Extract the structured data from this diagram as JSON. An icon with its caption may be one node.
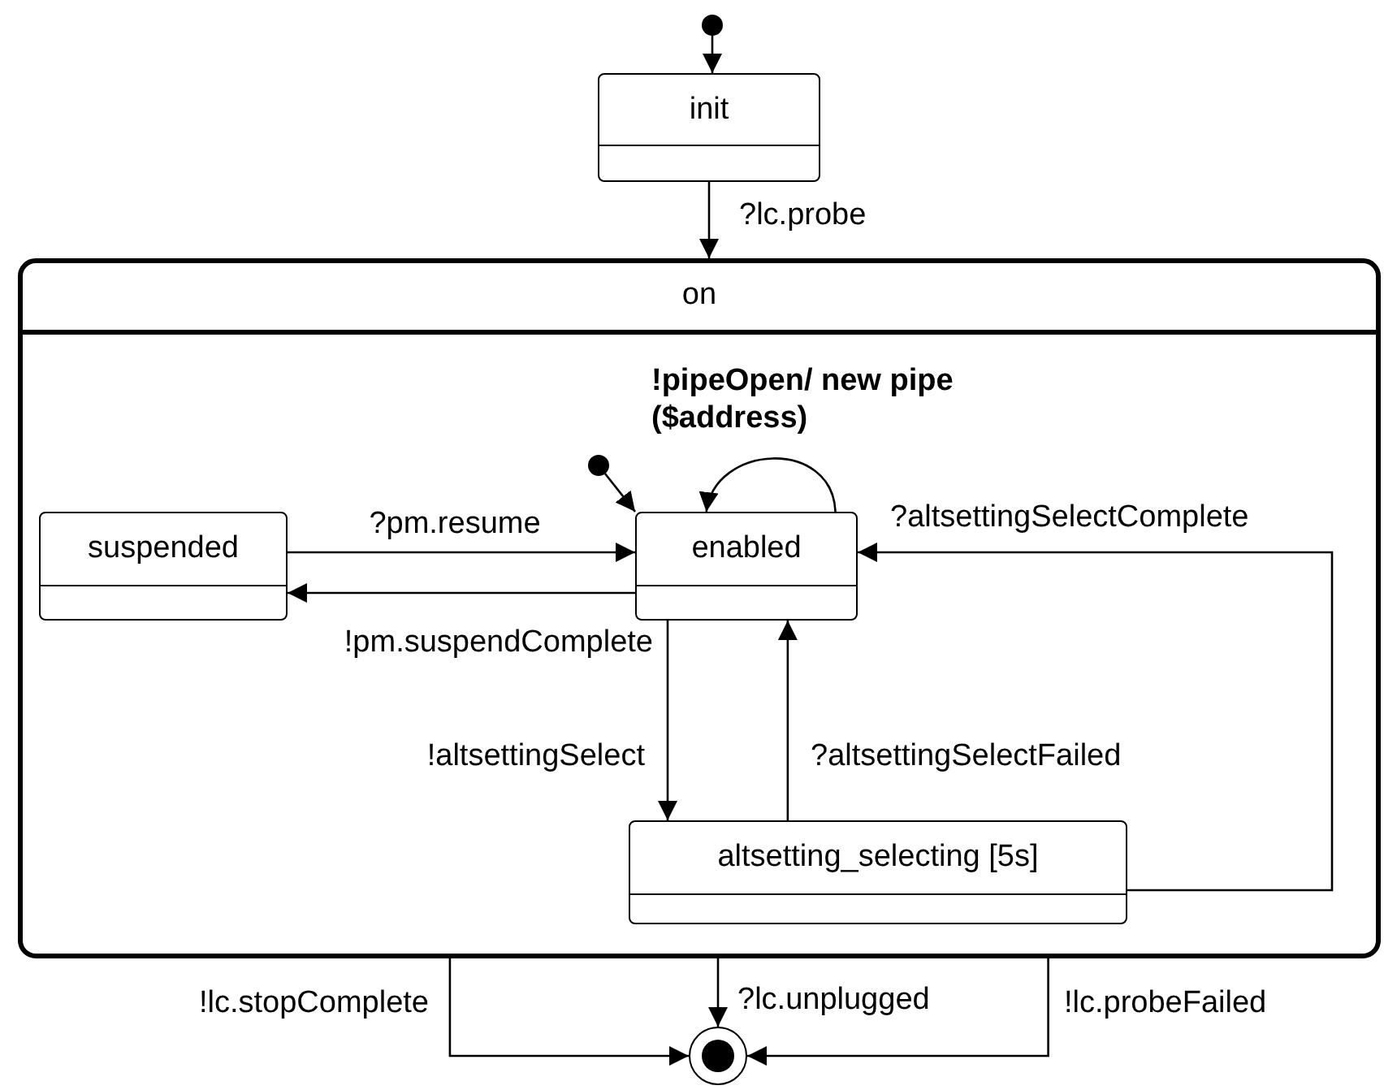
{
  "diagram": {
    "nodes": [
      {
        "text": [],
        "shape": "circle"
      },
      {
        "text": [
          "init"
        ]
      },
      {
        "text": [
          "on"
        ]
      },
      {
        "text": [],
        "shape": "circle",
        "in": 2
      },
      {
        "text": [
          "suspended"
        ],
        "in": 2
      },
      {
        "text": [
          "enabled"
        ],
        "in": 2
      },
      {
        "text": [
          "altsetting_selecting [5s]"
        ],
        "in": 2
      },
      {
        "text": [],
        "shape": "circle"
      }
    ],
    "edges": [
      {
        "from": 0,
        "to": 1,
        "arrow": "to"
      },
      {
        "from": 1,
        "to": 2,
        "arrow": "to",
        "label": "?lc.probe"
      },
      {
        "from": 3,
        "to": 5,
        "arrow": "to"
      },
      {
        "from": 5,
        "to": 5,
        "arrow": "to",
        "label": "!pipeOpen/ new pipe ($address)"
      },
      {
        "from": 4,
        "to": 5,
        "arrow": "to",
        "label": "?pm.resume"
      },
      {
        "from": 5,
        "to": 4,
        "arrow": "to",
        "label": "!pm.suspendComplete"
      },
      {
        "from": 5,
        "to": 6,
        "arrow": "to",
        "label": "!altsettingSelect"
      },
      {
        "from": 6,
        "to": 5,
        "arrow": "to",
        "label": "?altsettingSelectFailed"
      },
      {
        "from": 6,
        "to": 5,
        "arrow": "to",
        "label": "?altsettingSelectComplete"
      },
      {
        "from": 2,
        "to": 7,
        "arrow": "to",
        "label": "!lc.stopComplete"
      },
      {
        "from": 2,
        "to": 7,
        "arrow": "to",
        "label": "?lc.unplugged"
      },
      {
        "from": 2,
        "to": 7,
        "arrow": "to",
        "label": "!lc.probeFailed"
      }
    ]
  }
}
